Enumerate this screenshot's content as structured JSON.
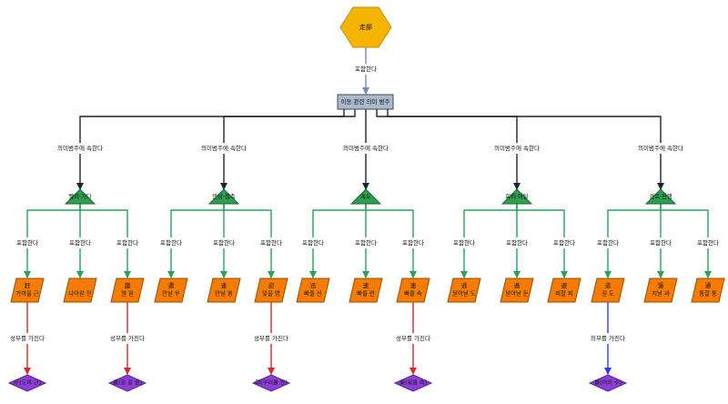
{
  "root": {
    "label": "走部"
  },
  "root_edge": {
    "label": "포함한다"
  },
  "category": {
    "label": "이동 관련 의미 범주"
  },
  "colors": {
    "root_fill": "#f5b400",
    "root_stroke": "#c48f00",
    "category_fill": "#aab9cc",
    "category_stroke": "#3c4a5e",
    "triangle_fill": "#2e9e4f",
    "triangle_stroke": "#1c6b34",
    "char_fill": "#f57c00",
    "char_stroke": "#9a4d00",
    "comp_fill": "#8b3fd6",
    "comp_stroke": "#5b1f99",
    "edge_root": "#6f8fb5",
    "edge_category": "#1d2433",
    "edge_contains": "#27a35a",
    "edge_component": "#d22b2b",
    "edge_meaning": "#2a3df0"
  },
  "groups": [
    {
      "label": "빨리·가다",
      "edge_label": "의미범주에 속한다",
      "characters": [
        {
          "glyph": "赶",
          "label": "가까울 근",
          "edge_label": "포함한다",
          "component": {
            "label": "斤(도끼 근)",
            "edge_label": "성부를 가진다",
            "edge_type": "component"
          }
        },
        {
          "glyph": "",
          "label": "나아갈 진",
          "edge_label": "포함한다"
        },
        {
          "glyph": "趨",
          "label": "멀 원",
          "edge_label": "포함한다",
          "component": {
            "label": "袁(옷 길 원)",
            "edge_label": "성부를 가진다",
            "edge_type": "component"
          }
        }
      ]
    },
    {
      "label": "만남·접촉",
      "edge_label": "의미범주에 속한다",
      "characters": [
        {
          "glyph": "遇",
          "label": "만날 우",
          "edge_label": "포함한다"
        },
        {
          "glyph": "逢",
          "label": "만날 봉",
          "edge_label": "포함한다"
        },
        {
          "glyph": "迎",
          "label": "맞을 영",
          "edge_label": "포함한다",
          "component": {
            "label": "卬(우러를 앙)",
            "edge_label": "성부를 가진다",
            "edge_type": "component"
          }
        }
      ]
    },
    {
      "label": "속도",
      "edge_label": "의미범주에 속한다",
      "characters": [
        {
          "glyph": "迅",
          "label": "빠를 신",
          "edge_label": "포함한다"
        },
        {
          "glyph": "速",
          "label": "빠를 련",
          "edge_label": "포함한다"
        },
        {
          "glyph": "速",
          "label": "빠를 속",
          "edge_label": "포함한다",
          "component": {
            "label": "束(묶을 속)",
            "edge_label": "성부를 가진다",
            "edge_type": "component"
          }
        }
      ]
    },
    {
      "label": "회피·이탈",
      "edge_label": "의미범주에 속한다",
      "characters": [
        {
          "glyph": "逃",
          "label": "달아날 도",
          "edge_label": "포함한다"
        },
        {
          "glyph": "遁",
          "label": "달아날 둔",
          "edge_label": "포함한다"
        },
        {
          "glyph": "避",
          "label": "피할 피",
          "edge_label": "포함한다"
        }
      ]
    },
    {
      "label": "경로·진행",
      "edge_label": "의미범주에 속한다",
      "characters": [
        {
          "glyph": "道",
          "label": "길 도",
          "edge_label": "포함한다",
          "component": {
            "label": "首(머리 수)",
            "edge_label": "의부를 가진다",
            "edge_type": "meaning"
          }
        },
        {
          "glyph": "過",
          "label": "지날 과",
          "edge_label": "포함한다"
        },
        {
          "glyph": "通",
          "label": "통할 통",
          "edge_label": "포함한다"
        }
      ]
    }
  ]
}
